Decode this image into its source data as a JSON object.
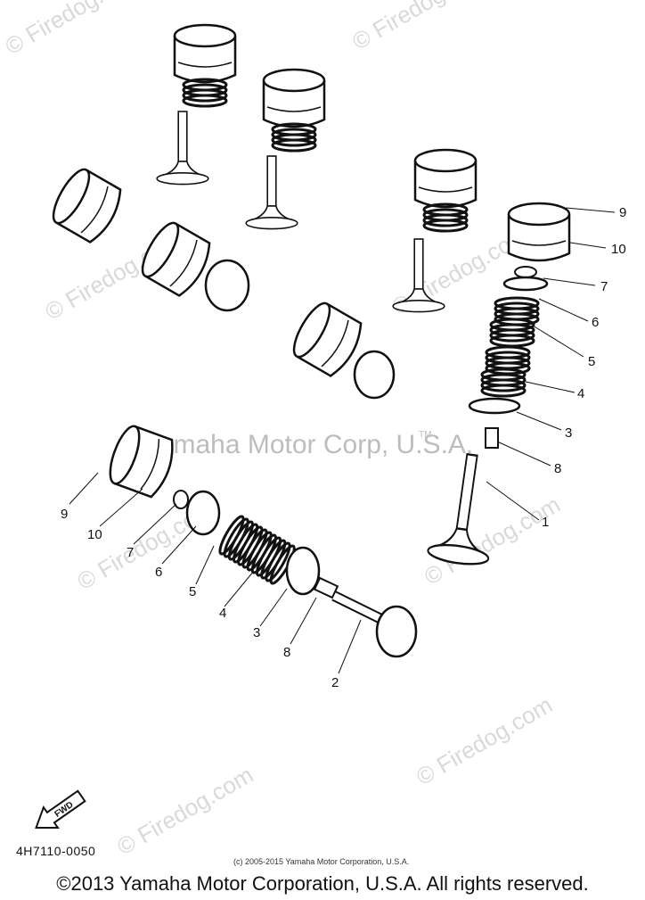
{
  "watermark": {
    "brand": "© Firedog.com",
    "center": "Yamaha Motor Corp, U.S.A.",
    "tm": "TM"
  },
  "diagram": {
    "icon": "valve-assembly-exploded-view",
    "fwd_label": "FWD",
    "right_callouts": [
      "9",
      "10",
      "7",
      "6",
      "5",
      "4",
      "3",
      "8",
      "1"
    ],
    "left_callouts": [
      "9",
      "10",
      "7",
      "6",
      "5",
      "4",
      "3",
      "8",
      "2"
    ]
  },
  "footer": {
    "part_code": "4H7110-0050",
    "small_copyright": "(c) 2005-2015 Yamaha Motor Corporation, U.S.A.",
    "copyright": "©2013 Yamaha Motor Corporation, U.S.A. All rights reserved."
  }
}
